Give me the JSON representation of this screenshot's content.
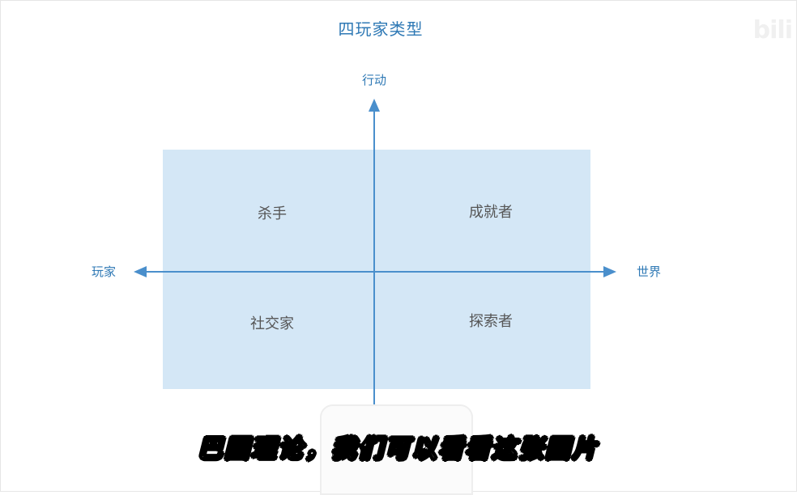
{
  "title": "四玩家类型",
  "watermark": "bili",
  "axes": {
    "top": "行动",
    "left": "玩家",
    "right": "世界"
  },
  "quadrants": {
    "top_left": "杀手",
    "top_right": "成就者",
    "bottom_left": "社交家",
    "bottom_right": "探索者"
  },
  "subtitle": "巴图理论，我们可以看看这张图片",
  "colors": {
    "accent": "#2f79b5",
    "quadrant_fill": "#d4e7f6",
    "axis": "#4a8fcc",
    "quadrant_text": "#555555"
  }
}
